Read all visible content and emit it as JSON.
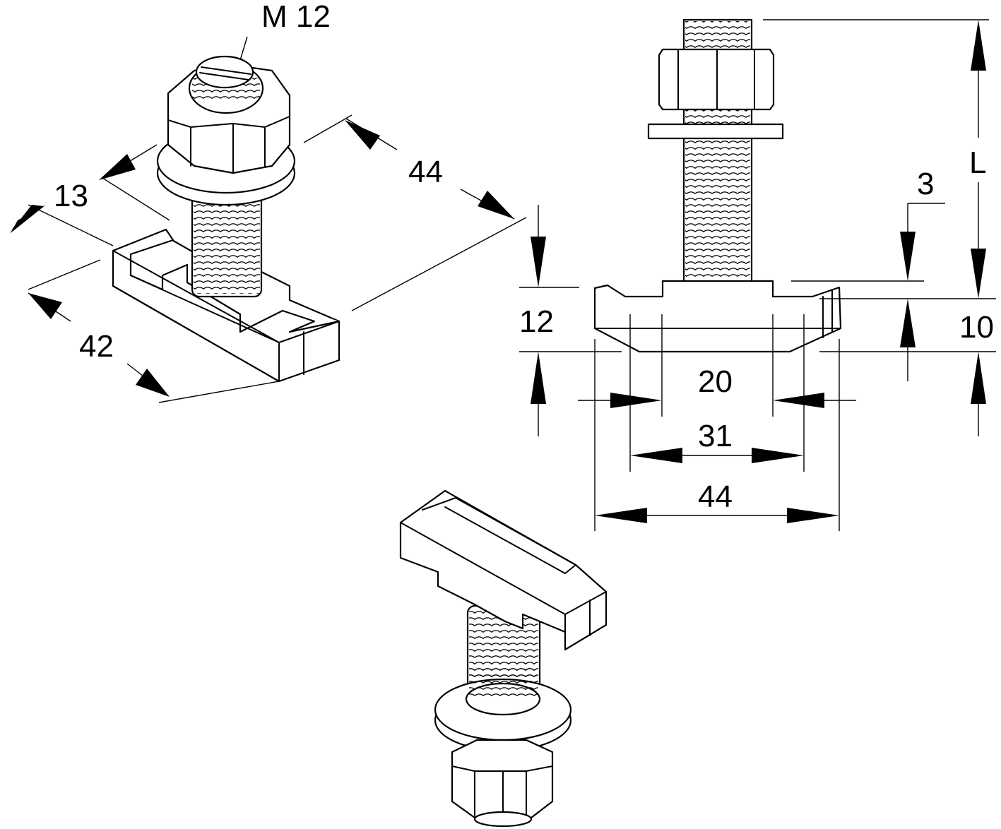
{
  "drawing": {
    "colors": {
      "line": "#000000",
      "background": "#ffffff"
    },
    "labels": {
      "thread_size": "M 12",
      "iso_height": "13",
      "iso_length": "44",
      "iso_width": "42",
      "front_length": "L",
      "front_lip": "3",
      "front_height_left": "12",
      "front_height_right": "10",
      "front_inner_width": "20",
      "front_mid_width": "31",
      "front_total_width": "44"
    }
  }
}
